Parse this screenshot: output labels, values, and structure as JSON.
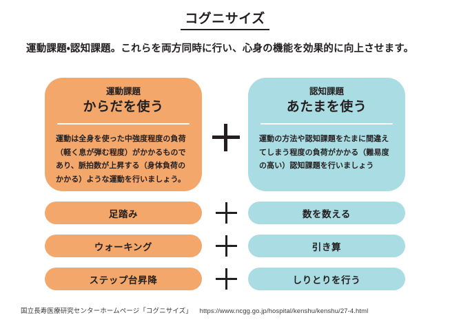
{
  "title": "コグニサイズ",
  "subtitle": "運動課題・認知課題。これらを両方同時に行い、心身の機能を効果的に向上させます。",
  "panels": {
    "left": {
      "kicker": "運動課題",
      "heading": "からだを使う",
      "body": "運動は全身を使った中強度程度の負荷（軽く息が弾む程度）がかかるものであり、脈拍数が上昇する（身体負荷のかかる）ような運動を行いましょう。",
      "color": "#F4A76A"
    },
    "right": {
      "kicker": "認知課題",
      "heading": "あたまを使う",
      "body": "運動の方法や認知課題をたまに間違えてしまう程度の負荷がかかる（難易度の高い）認知課題を行いましょう",
      "color": "#AADCE3"
    }
  },
  "combiner": {
    "symbol": "plus",
    "color": "#231f20"
  },
  "rows": [
    {
      "exercise": "足踏み",
      "cognitive": "数を数える"
    },
    {
      "exercise": "ウォーキング",
      "cognitive": "引き算"
    },
    {
      "exercise": "ステップ台昇降",
      "cognitive": "しりとりを行う"
    }
  ],
  "footer": {
    "source": "国立長寿医療研究センターホームページ「コグニサイズ」",
    "url": "https://www.ncgg.go.jp/hospital/kenshu/kenshu/27-4.html"
  }
}
